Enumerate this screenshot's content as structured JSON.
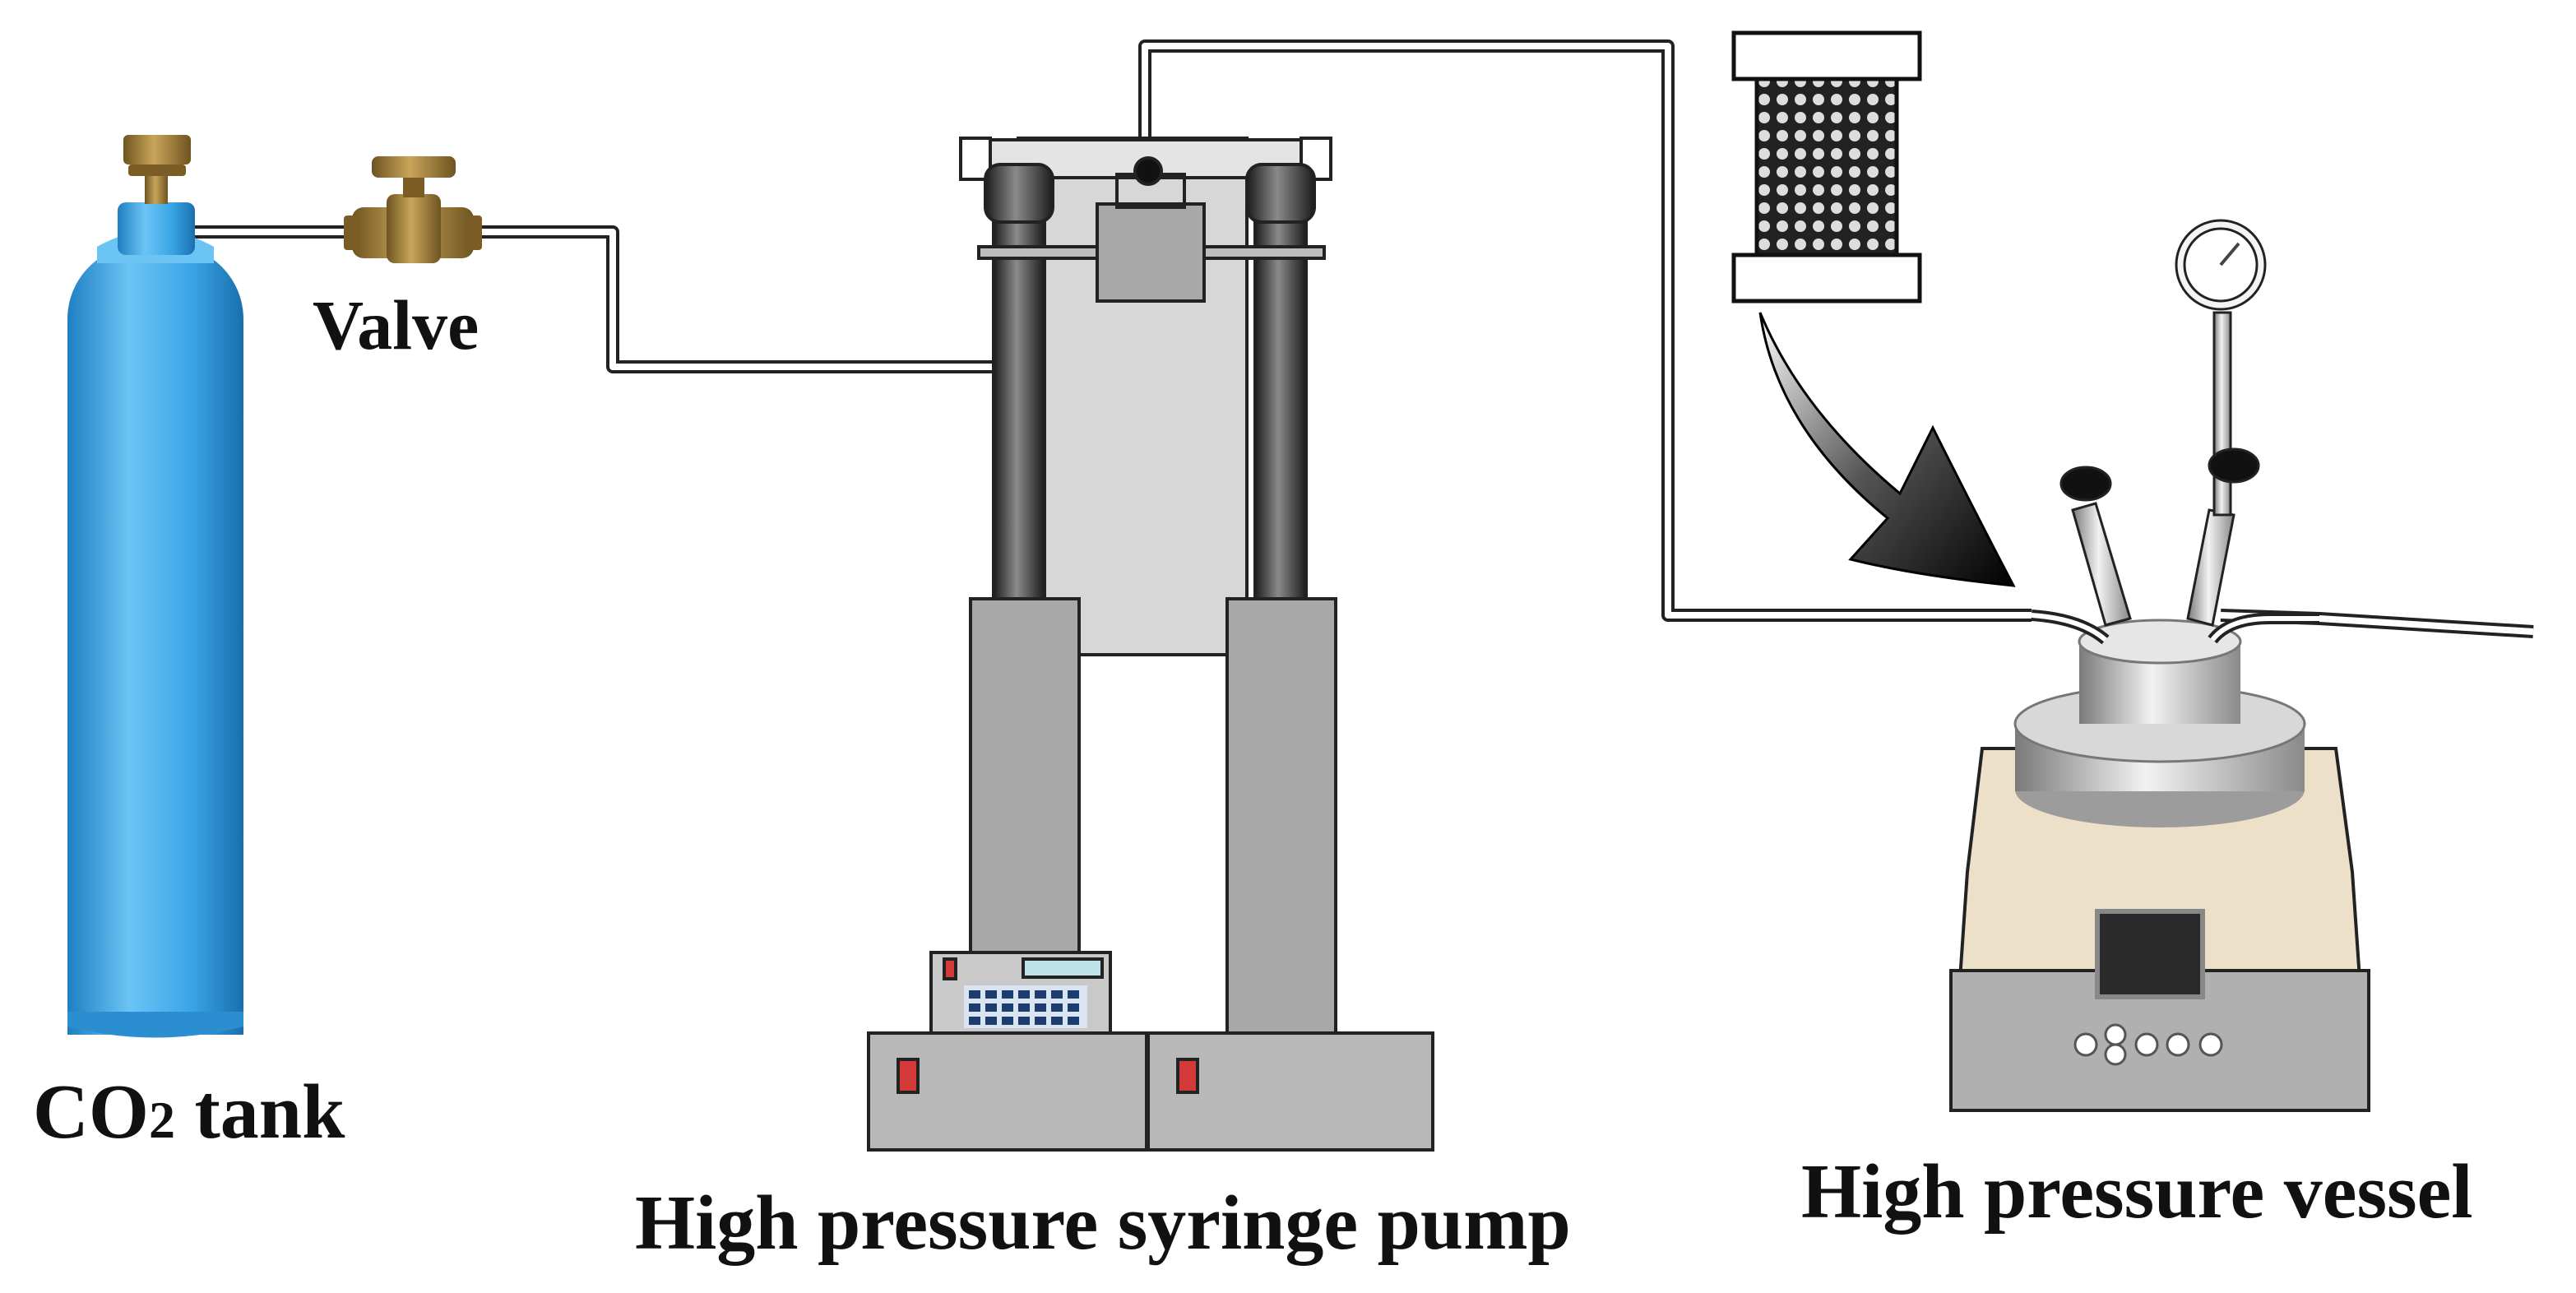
{
  "labels": {
    "valve": "Valve",
    "co2_main": "CO",
    "co2_sub": "2",
    "co2_rest": " tank",
    "pump": "High pressure syringe pump",
    "vessel": "High pressure vessel"
  },
  "colors": {
    "cylinder": "#3aa6e6",
    "cylinder_dark": "#1e7fc2",
    "brass": "#9a7a3a",
    "pump_gray": "#a8a8a8",
    "vessel_base": "#ece0c8",
    "outline": "#222222"
  }
}
